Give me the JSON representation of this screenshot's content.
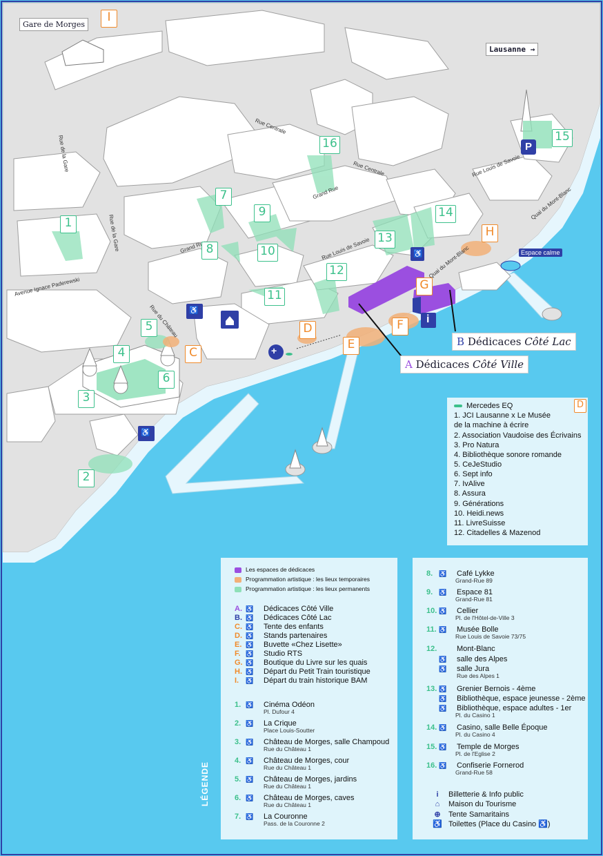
{
  "labels": {
    "gare": "Gare de Morges",
    "lausanne": "Lausanne →",
    "espace_calme": "Espace calme",
    "legende": "LÉGENDE",
    "parking": "P",
    "info": "i"
  },
  "streets": [
    {
      "id": "rue-de-la-gare-1",
      "text": "Rue de la Gare"
    },
    {
      "id": "rue-de-la-gare-2",
      "text": "Rue de la Gare"
    },
    {
      "id": "rue-centrale",
      "text": "Rue Centrale"
    },
    {
      "id": "grand-rue-1",
      "text": "Grand Rue"
    },
    {
      "id": "grand-rue-2",
      "text": "Grand Rue"
    },
    {
      "id": "rue-louis-de-savoie-1",
      "text": "Rue Louis de Savoie"
    },
    {
      "id": "rue-louis-de-savoie-2",
      "text": "Rue Louis de Savoie"
    },
    {
      "id": "rue-du-chateau",
      "text": "Rue du Château"
    },
    {
      "id": "avenue-paderewski",
      "text": "Avenue Ignace Paderewski"
    },
    {
      "id": "quai-mont-blanc-1",
      "text": "Quai du Mont-Blanc"
    },
    {
      "id": "quai-mont-blanc-2",
      "text": "Quai du Mont-Blanc"
    },
    {
      "id": "rue-centrale-2",
      "text": "Rue Centrale"
    }
  ],
  "map_markers": {
    "permanent": [
      "1",
      "2",
      "3",
      "4",
      "5",
      "6",
      "7",
      "8",
      "9",
      "10",
      "11",
      "12",
      "13",
      "14",
      "15",
      "16"
    ],
    "temporary": [
      "C",
      "D",
      "E",
      "F",
      "G",
      "H",
      "I"
    ],
    "dedicaces": [
      {
        "letter": "A",
        "text": "Dédicaces ",
        "italic": "Côté Ville"
      },
      {
        "letter": "B",
        "text": "Dédicaces ",
        "italic": "Côté Lac"
      }
    ]
  },
  "stands": {
    "header_label": "Mercedes EQ",
    "badge": "D",
    "items": [
      "1.  JCI Lausanne x Le Musée",
      "     de la machine à écrire",
      "2.  Association Vaudoise des Écrivains",
      "3.  Pro Natura",
      "4.  Bibliothèque sonore romande",
      "5.  CeJeStudio",
      "6.  Sept info",
      "7.  IvAlive",
      "8.  Assura",
      "9.  Générations",
      "10. Heidi.news",
      "11. LivreSuisse",
      "12. Citadelles & Mazenod"
    ]
  },
  "legend_left": {
    "swatches": [
      {
        "color": "#9b4fe0",
        "text": "Les espaces de dédicaces"
      },
      {
        "color": "#f2b078",
        "text": "Programmation artistique : les lieux temporaires"
      },
      {
        "color": "#8fe0b8",
        "text": "Programmation artistique : les lieux permanents"
      }
    ],
    "letters": [
      {
        "k": "A.",
        "icon": "♿",
        "t": "Dédicaces Côté Ville"
      },
      {
        "k": "B.",
        "icon": "♿",
        "t": "Dédicaces Côté Lac"
      },
      {
        "k": "C.",
        "icon": "♿",
        "t": "Tente des enfants"
      },
      {
        "k": "D.",
        "icon": "♿",
        "t": "Stands partenaires"
      },
      {
        "k": "E.",
        "icon": "♿",
        "t": "Buvette «Chez Lisette»"
      },
      {
        "k": "F.",
        "icon": "♿",
        "t": "Studio RTS"
      },
      {
        "k": "G.",
        "icon": "♿",
        "t": "Boutique du Livre sur les quais"
      },
      {
        "k": "H.",
        "icon": "♿",
        "t": "Départ du Petit Train touristique"
      },
      {
        "k": "I.",
        "icon": "♿",
        "t": "Départ du train historique BAM"
      }
    ],
    "venues": [
      {
        "k": "1.",
        "icon": "♿",
        "t": "Cinéma Odéon",
        "s": "Pl. Dufour 4"
      },
      {
        "k": "2.",
        "icon": "♿",
        "t": "La Crique",
        "s": "Place Louis-Soutter"
      },
      {
        "k": "3.",
        "icon": "♿",
        "t": "Château de Morges, salle Champoud",
        "s": "Rue du Château 1"
      },
      {
        "k": "4.",
        "icon": "♿",
        "t": "Château de Morges, cour",
        "s": "Rue du Château 1"
      },
      {
        "k": "5.",
        "icon": "♿",
        "t": "Château de Morges, jardins",
        "s": "Rue du Château 1"
      },
      {
        "k": "6.",
        "icon": "♿",
        "t": "Château de Morges, caves",
        "s": "Rue du Château 1"
      },
      {
        "k": "7.",
        "icon": "♿",
        "t": "La Couronne",
        "s": "Pass. de la Couronne 2"
      }
    ]
  },
  "legend_right": {
    "venues": [
      {
        "k": "8.",
        "icon": "♿",
        "t": "Café Lykke",
        "s": "Grand-Rue 89"
      },
      {
        "k": "9.",
        "icon": "♿",
        "t": "Espace 81",
        "s": "Grand-Rue 81"
      },
      {
        "k": "10.",
        "icon": "♿",
        "t": "Cellier",
        "s": "Pl. de l'Hôtel-de-Ville 3"
      },
      {
        "k": "11.",
        "icon": "♿",
        "t": "Musée Bolle",
        "s": "Rue Louis de Savoie 73/75"
      },
      {
        "k": "12.",
        "icon": "",
        "t": "Mont-Blanc",
        "s": ""
      }
    ],
    "montblanc": [
      {
        "icon": "♿",
        "t": "salle des Alpes"
      },
      {
        "icon": "♿",
        "t": "salle Jura",
        "s": "Rue des Alpes 1"
      }
    ],
    "grenier": [
      {
        "k": "13.",
        "icon": "♿",
        "t": "Grenier Bernois - 4ème"
      },
      {
        "k": "",
        "icon": "♿",
        "t": "Bibliothèque, espace jeunesse - 2ème"
      },
      {
        "k": "",
        "icon": "♿",
        "t": "Bibliothèque, espace adultes - 1er",
        "s": "Pl. du Casino 1"
      }
    ],
    "more": [
      {
        "k": "14.",
        "icon": "♿",
        "t": "Casino, salle Belle Époque",
        "s": "Pl. du Casino 4"
      },
      {
        "k": "15.",
        "icon": "♿",
        "t": "Temple de Morges",
        "s": "Pl. de l'Eglise 2"
      },
      {
        "k": "16.",
        "icon": "♿",
        "t": "Confiserie Fornerod",
        "s": "Grand-Rue 58"
      }
    ],
    "symbols": [
      {
        "icon": "i",
        "t": "Billetterie & Info public"
      },
      {
        "icon": "⌂",
        "t": "Maison du Tourisme"
      },
      {
        "icon": "⊕",
        "t": "Tente Samaritains"
      },
      {
        "icon": "♿",
        "t": "Toilettes (Place du Casino ♿)"
      }
    ]
  },
  "colors": {
    "lake": "#58c9ef",
    "lake_light": "#e6f6fd",
    "land": "#e2e2e2",
    "building": "#ffffff",
    "permanent": "#8fe0b8",
    "temporary": "#f2b078",
    "dedicace": "#9b4fe0",
    "navy": "#2f3fa6",
    "text_green": "#3cc08b",
    "text_orange": "#f08a2a"
  }
}
